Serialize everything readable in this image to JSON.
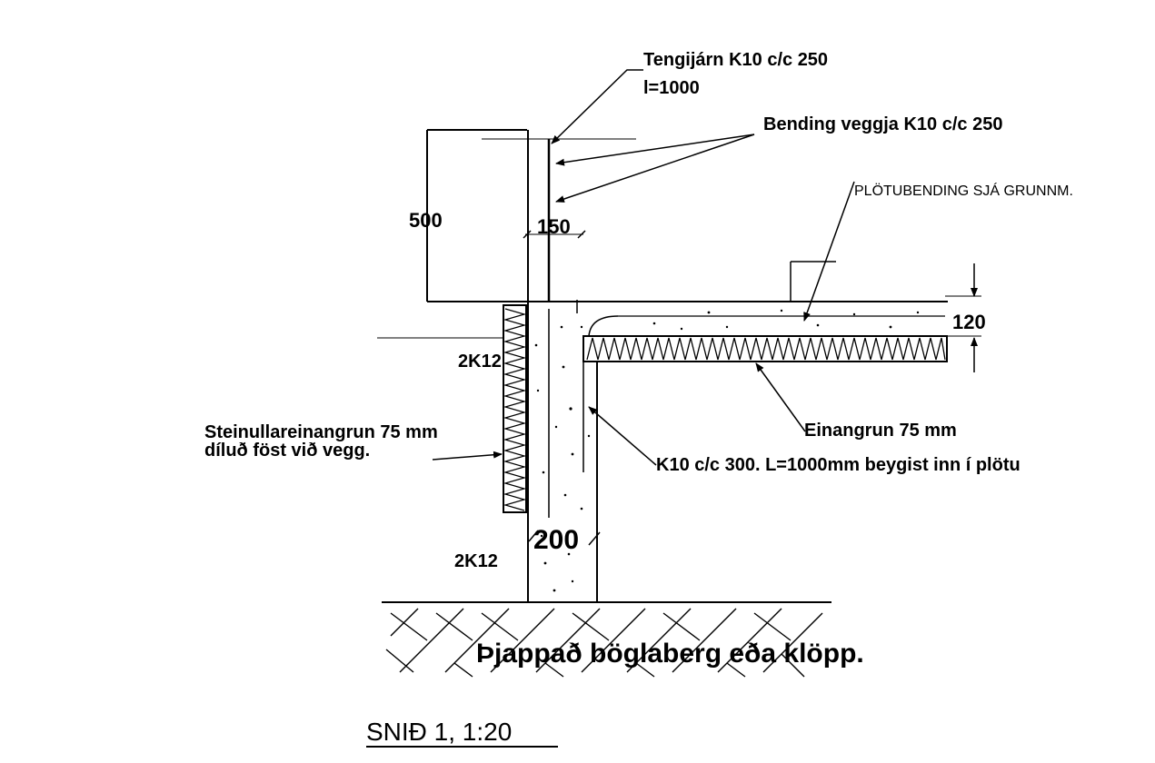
{
  "labels": {
    "tengijarn": "Tengijárn K10 c/c 250",
    "tengijarn_len": "l=1000",
    "bending_veggja": "Bending veggja K10 c/c 250",
    "plotubending": "PLÖTUBENDING SJÁ GRUNNM.",
    "dim_500": "500",
    "dim_150": "150",
    "dim_120": "120",
    "dim_200": "200",
    "bar_top": "2K12",
    "bar_bottom": "2K12",
    "steinull_1": "Steinullareinangrun 75 mm",
    "steinull_2": "díluð föst við vegg.",
    "einangrun": "Einangrun 75 mm",
    "k10": "K10 c/c 300. L=1000mm beygist inn í plötu",
    "ground": "Þjappað böglaberg eða klöpp.",
    "section_title": "SNIÐ 1, 1:20"
  }
}
